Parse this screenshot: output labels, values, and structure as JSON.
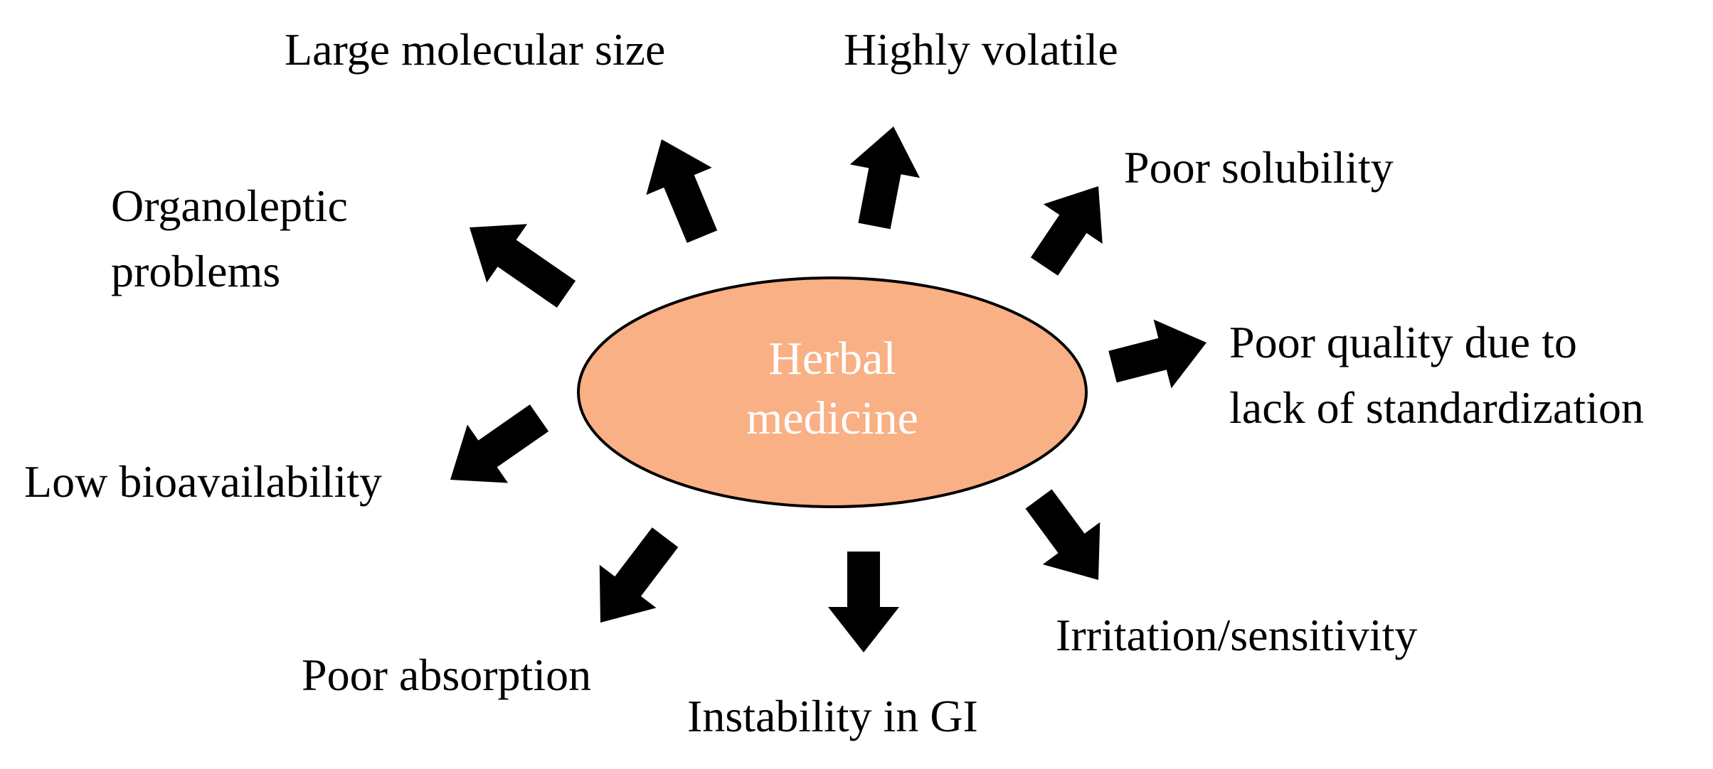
{
  "center": {
    "lines": [
      "Herbal",
      "medicine"
    ],
    "fill": "#f9b085",
    "stroke": "#000000",
    "text_color": "#ffffff"
  },
  "arrow_color": "#000000",
  "problems": [
    {
      "id": "large-molecular-size",
      "lines": [
        "Large molecular  size"
      ]
    },
    {
      "id": "highly-volatile",
      "lines": [
        "Highly volatile"
      ]
    },
    {
      "id": "poor-solubility",
      "lines": [
        "Poor solubility"
      ]
    },
    {
      "id": "organoleptic-problems",
      "lines": [
        "Organoleptic",
        "problems"
      ]
    },
    {
      "id": "poor-quality",
      "lines": [
        "Poor quality due to",
        "lack of standardization"
      ]
    },
    {
      "id": "low-bioavailability",
      "lines": [
        "Low bioavailability"
      ]
    },
    {
      "id": "irritation-sensitivity",
      "lines": [
        "Irritation/sensitivity"
      ]
    },
    {
      "id": "poor-absorption",
      "lines": [
        "Poor absorption"
      ]
    },
    {
      "id": "instability-gi",
      "lines": [
        "Instability  in GI"
      ]
    }
  ]
}
